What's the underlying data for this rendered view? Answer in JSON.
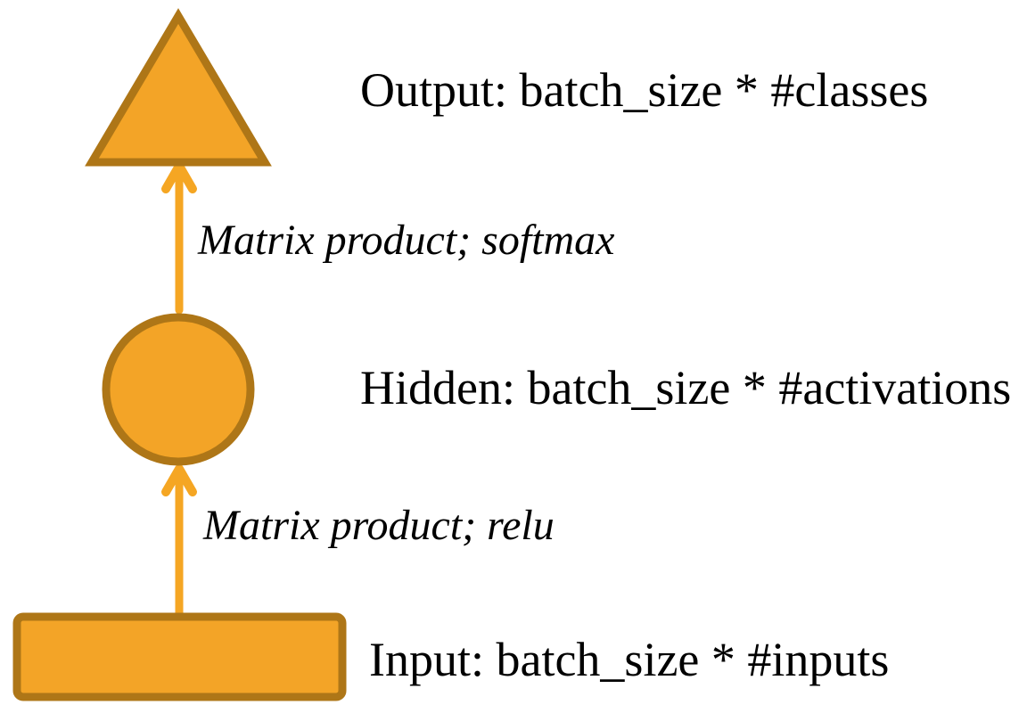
{
  "diagram": {
    "title": "Feed-forward network shapes diagram",
    "colors": {
      "background": "#ffffff",
      "shape_fill": "#F3A427",
      "shape_stroke": "#AE7617",
      "arrow": "#F5A623",
      "text": "#000000"
    },
    "nodes": [
      {
        "id": "output",
        "shape": "triangle",
        "label": "Output: batch_size * #classes"
      },
      {
        "id": "hidden",
        "shape": "circle",
        "label": "Hidden: batch_size * #activations"
      },
      {
        "id": "input",
        "shape": "rectangle",
        "label": "Input: batch_size * #inputs"
      }
    ],
    "edges": [
      {
        "from": "hidden",
        "to": "output",
        "label": "Matrix product; softmax"
      },
      {
        "from": "input",
        "to": "hidden",
        "label": "Matrix product; relu"
      }
    ]
  }
}
